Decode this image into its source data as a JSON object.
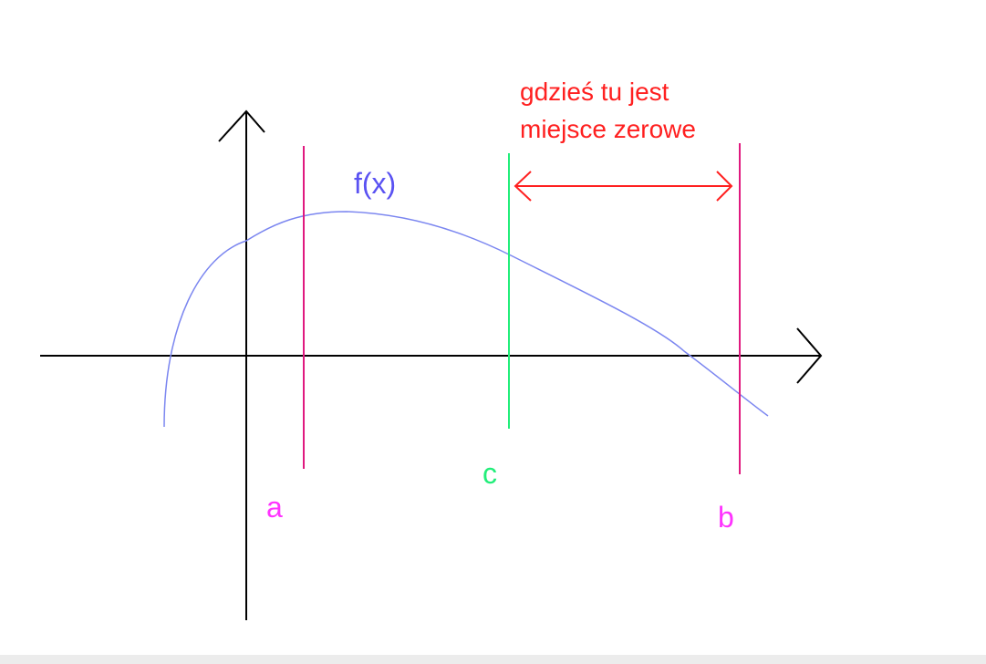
{
  "labels": {
    "function": "f(x)",
    "point_a": "a",
    "point_b": "b",
    "point_c": "c",
    "annotation_line1": "gdzieś tu jest",
    "annotation_line2": "miejsce zerowe"
  },
  "colors": {
    "axes": "#000000",
    "curve": "#7b86f0",
    "function_label": "#5a52f2",
    "bounds": "#e0197f",
    "bound_labels": "#ff33ff",
    "midpoint": "#22ee7a",
    "annotation": "#ff2020",
    "background": "#ffffff"
  }
}
